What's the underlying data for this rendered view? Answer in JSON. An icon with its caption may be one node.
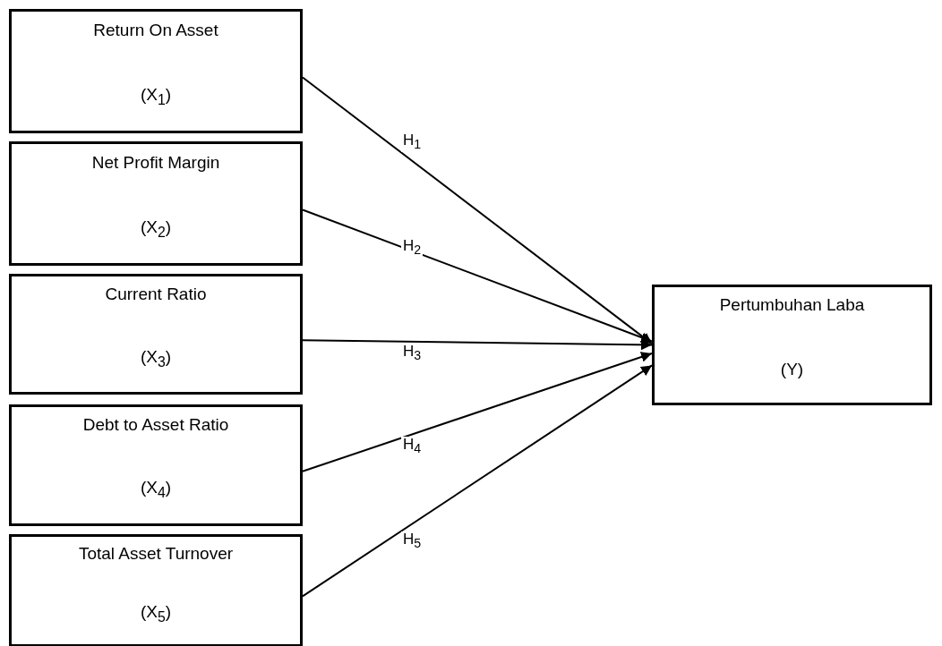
{
  "diagram": {
    "nodes": [
      {
        "text": [
          "Return On Asset",
          "(X$_{1}$)"
        ]
      },
      {
        "text": [
          "Net Profit Margin",
          "(X$_{2}$)"
        ]
      },
      {
        "text": [
          "Current Ratio",
          "(X$_{3}$)"
        ]
      },
      {
        "text": [
          "Debt to Asset Ratio",
          "(X$_{4}$)"
        ]
      },
      {
        "text": [
          "Total Asset Turnover",
          "(X$_{5}$)"
        ]
      },
      {
        "text": [
          "Pertumbuhan Laba",
          "(Y)"
        ]
      }
    ],
    "edges": [
      {
        "from": 0,
        "to": 5,
        "arrow": "to",
        "label": "H$_{1}$"
      },
      {
        "from": 1,
        "to": 5,
        "arrow": "to",
        "label": "H$_{2}$"
      },
      {
        "from": 2,
        "to": 5,
        "arrow": "to",
        "label": "H$_{3}$"
      },
      {
        "from": 3,
        "to": 5,
        "arrow": "to",
        "label": "H$_{4}$"
      },
      {
        "from": 4,
        "to": 5,
        "arrow": "to",
        "label": "H$_{5}$"
      }
    ]
  }
}
